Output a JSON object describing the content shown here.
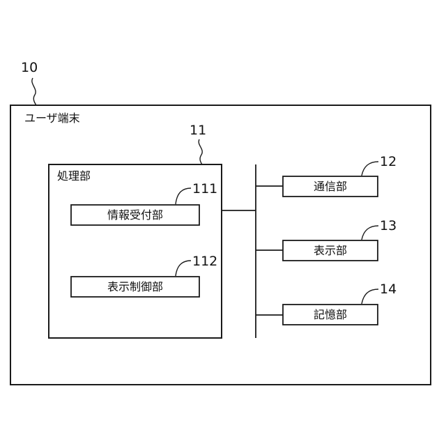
{
  "terminal": {
    "ref": "10",
    "label": "ユーザ端末"
  },
  "processing_unit": {
    "ref": "11",
    "label": "処理部"
  },
  "info_receiver": {
    "ref": "111",
    "label": "情報受付部"
  },
  "display_controller": {
    "ref": "112",
    "label": "表示制御部"
  },
  "communication_unit": {
    "ref": "12",
    "label": "通信部"
  },
  "display_unit": {
    "ref": "13",
    "label": "表示部"
  },
  "storage_unit": {
    "ref": "14",
    "label": "記憶部"
  }
}
